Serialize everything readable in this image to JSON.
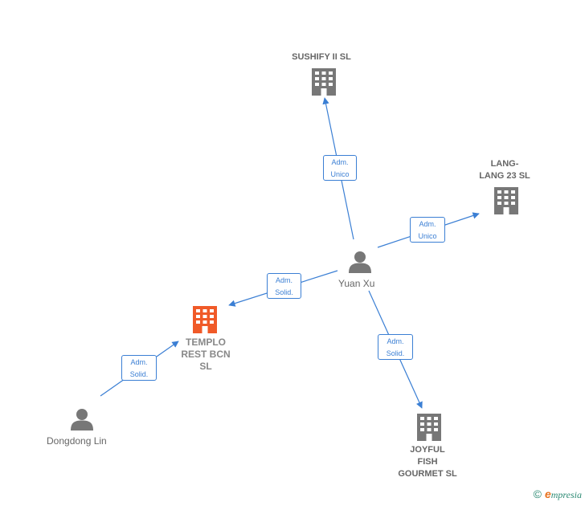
{
  "nodes": {
    "sushify": {
      "label": "SUSHIFY II  SL"
    },
    "langlang": {
      "label": "LANG-\nLANG 23  SL"
    },
    "yuanxu": {
      "label": "Yuan Xu"
    },
    "templo": {
      "label": "TEMPLO\nREST BCN\nSL"
    },
    "dongdong": {
      "label": "Dongdong Lin"
    },
    "joyful": {
      "label": "JOYFUL\nFISH\nGOURMET  SL"
    }
  },
  "edges": [
    {
      "label": "Adm.\nUnico"
    },
    {
      "label": "Adm.\nUnico"
    },
    {
      "label": "Adm.\nSolid."
    },
    {
      "label": "Adm.\nSolid."
    },
    {
      "label": "Adm.\nSolid."
    }
  ],
  "colors": {
    "edge": "#3b7fd4",
    "company": "#777777",
    "focus_company": "#f05a28",
    "person": "#777777"
  },
  "icons": {
    "company": "building-icon",
    "person": "person-icon",
    "copyright": "copyright-icon"
  },
  "brand": {
    "copyright": "©",
    "e": "e",
    "rest": "mpresia"
  }
}
